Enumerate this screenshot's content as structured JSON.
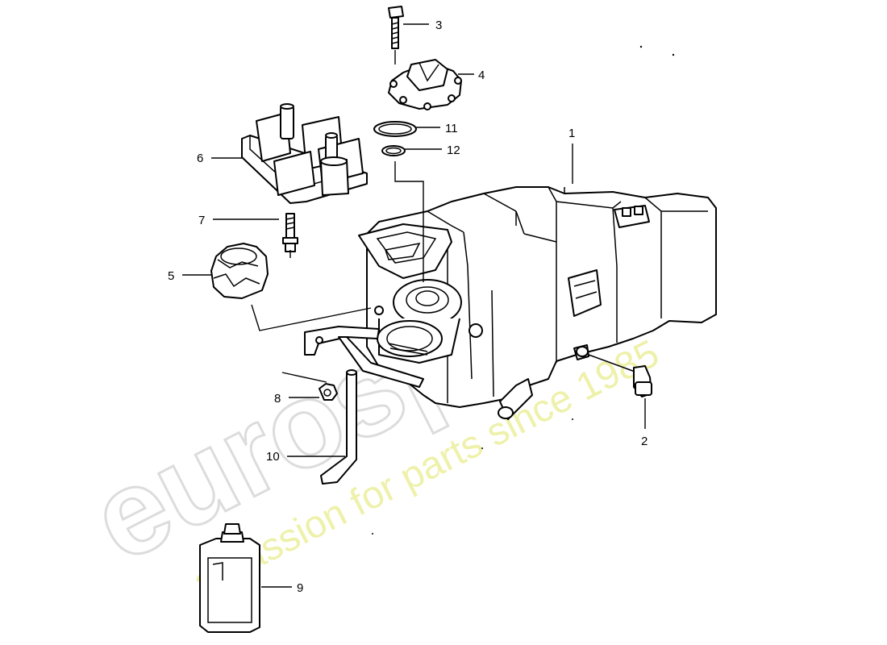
{
  "watermark": {
    "logo": "eurospares",
    "tagline": "a passion for parts since 1985"
  },
  "callouts": [
    "1",
    "2",
    "3",
    "4",
    "5",
    "6",
    "7",
    "8",
    "9",
    "10",
    "11",
    "12"
  ]
}
